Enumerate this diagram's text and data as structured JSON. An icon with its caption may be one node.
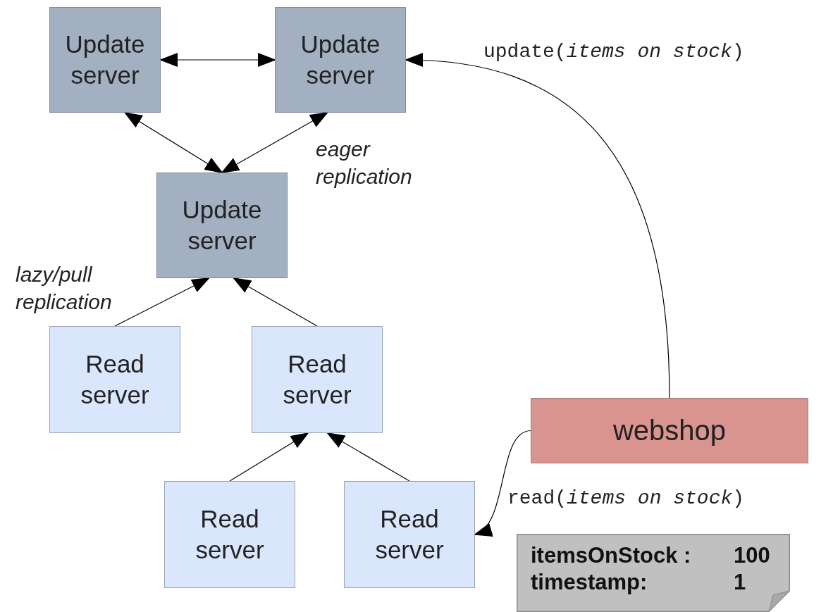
{
  "diagram": {
    "nodes": [
      {
        "text": [
          "Update server"
        ]
      },
      {
        "text": [
          "Update server"
        ]
      },
      {
        "text": [
          "Update server"
        ]
      },
      {
        "text": [
          "Read server"
        ]
      },
      {
        "text": [
          "Read server"
        ]
      },
      {
        "text": [
          "Read server"
        ]
      },
      {
        "text": [
          "Read server"
        ]
      },
      {
        "text": [
          "webshop"
        ]
      },
      {
        "text": [
          "itemsOnStock :",
          "100",
          "timestamp:",
          "1"
        ]
      }
    ],
    "edges": [
      {
        "from": 0,
        "to": 1,
        "arrow": "both"
      },
      {
        "from": 0,
        "to": 2,
        "arrow": "both"
      },
      {
        "from": 1,
        "to": 2,
        "arrow": "both",
        "label": "eager replication"
      },
      {
        "from": 3,
        "to": 2,
        "arrow": "to",
        "label": "lazy/pull replication"
      },
      {
        "from": 4,
        "to": 2,
        "arrow": "to"
      },
      {
        "from": 5,
        "to": 4,
        "arrow": "to"
      },
      {
        "from": 6,
        "to": 4,
        "arrow": "to"
      },
      {
        "from": 7,
        "to": 1,
        "arrow": "to",
        "label": "update(*items on stock*)"
      },
      {
        "from": 7,
        "to": 6,
        "arrow": "to",
        "label": "read(*items on stock*)"
      }
    ]
  }
}
